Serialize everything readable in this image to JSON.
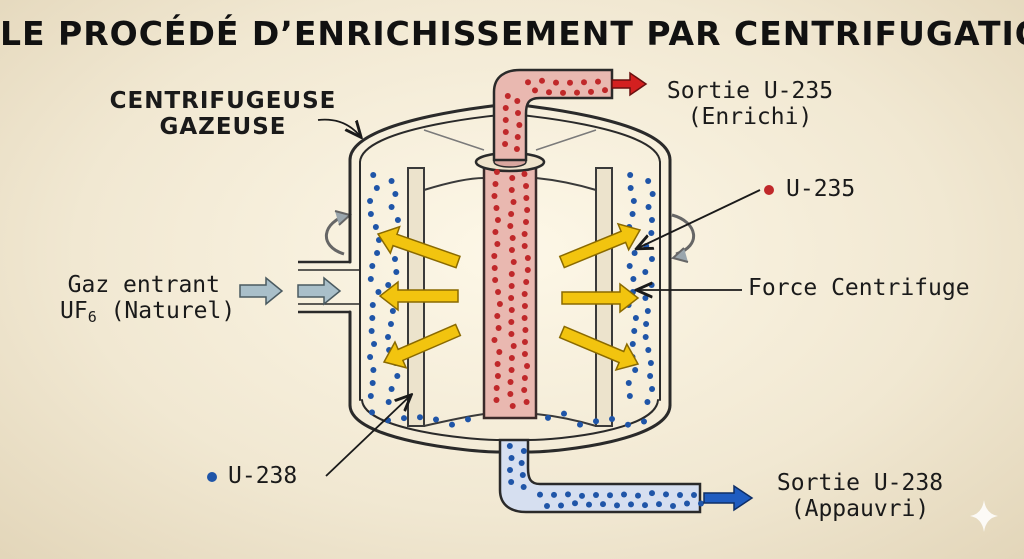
{
  "title": "LE PROCÉDÉ D’ENRICHISSEMENT PAR CENTRIFUGATION",
  "labels": {
    "centrifuge_line1": "CENTRIFUGEUSE",
    "centrifuge_line2": "GAZEUSE",
    "gas_in_line1": "Gaz entrant",
    "gas_in_line2_prefix": "UF",
    "gas_in_line2_sub": "6",
    "gas_in_line2_suffix": " (Naturel)",
    "outlet_u235_line1": "Sortie U-235",
    "outlet_u235_line2": "(Enrichi)",
    "legend_u235": "U-235",
    "force": "Force Centrifuge",
    "legend_u238": "U-238",
    "outlet_u238_line1": "Sortie U-238",
    "outlet_u238_line2": "(Appauvri)"
  },
  "colors": {
    "u235": "#c0282a",
    "u238": "#1f55a8",
    "arrow_yellow": "#f2c40f",
    "arrow_red": "#d32020",
    "arrow_blue": "#1f5cc0",
    "inlet_arrow": "#a9bfc9"
  },
  "icons": [
    "rotation-arrow-icon",
    "rotation-arrow-icon"
  ]
}
